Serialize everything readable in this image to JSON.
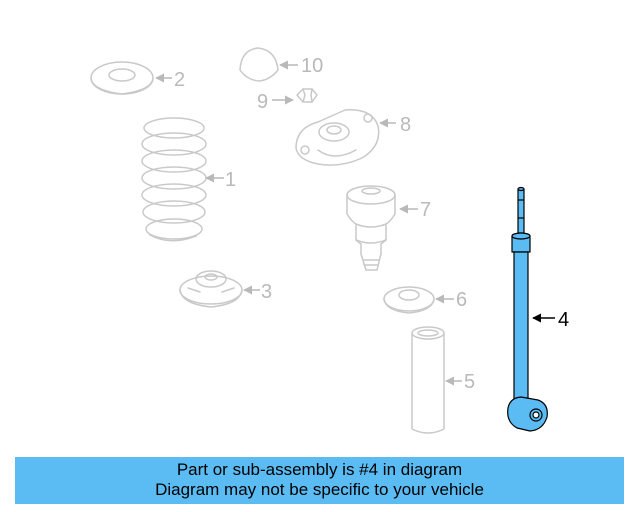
{
  "diagram": {
    "accent_color": "#5bbcf4",
    "highlighted_part": "4",
    "callouts": {
      "part1": "1",
      "part2": "2",
      "part3": "3",
      "part4": "4",
      "part5": "5",
      "part6": "6",
      "part7": "7",
      "part8": "8",
      "part9": "9",
      "part10": "10"
    }
  },
  "banner": {
    "line1": "Part or sub-assembly is #4 in diagram",
    "line2": "Diagram may not be specific to your vehicle"
  }
}
